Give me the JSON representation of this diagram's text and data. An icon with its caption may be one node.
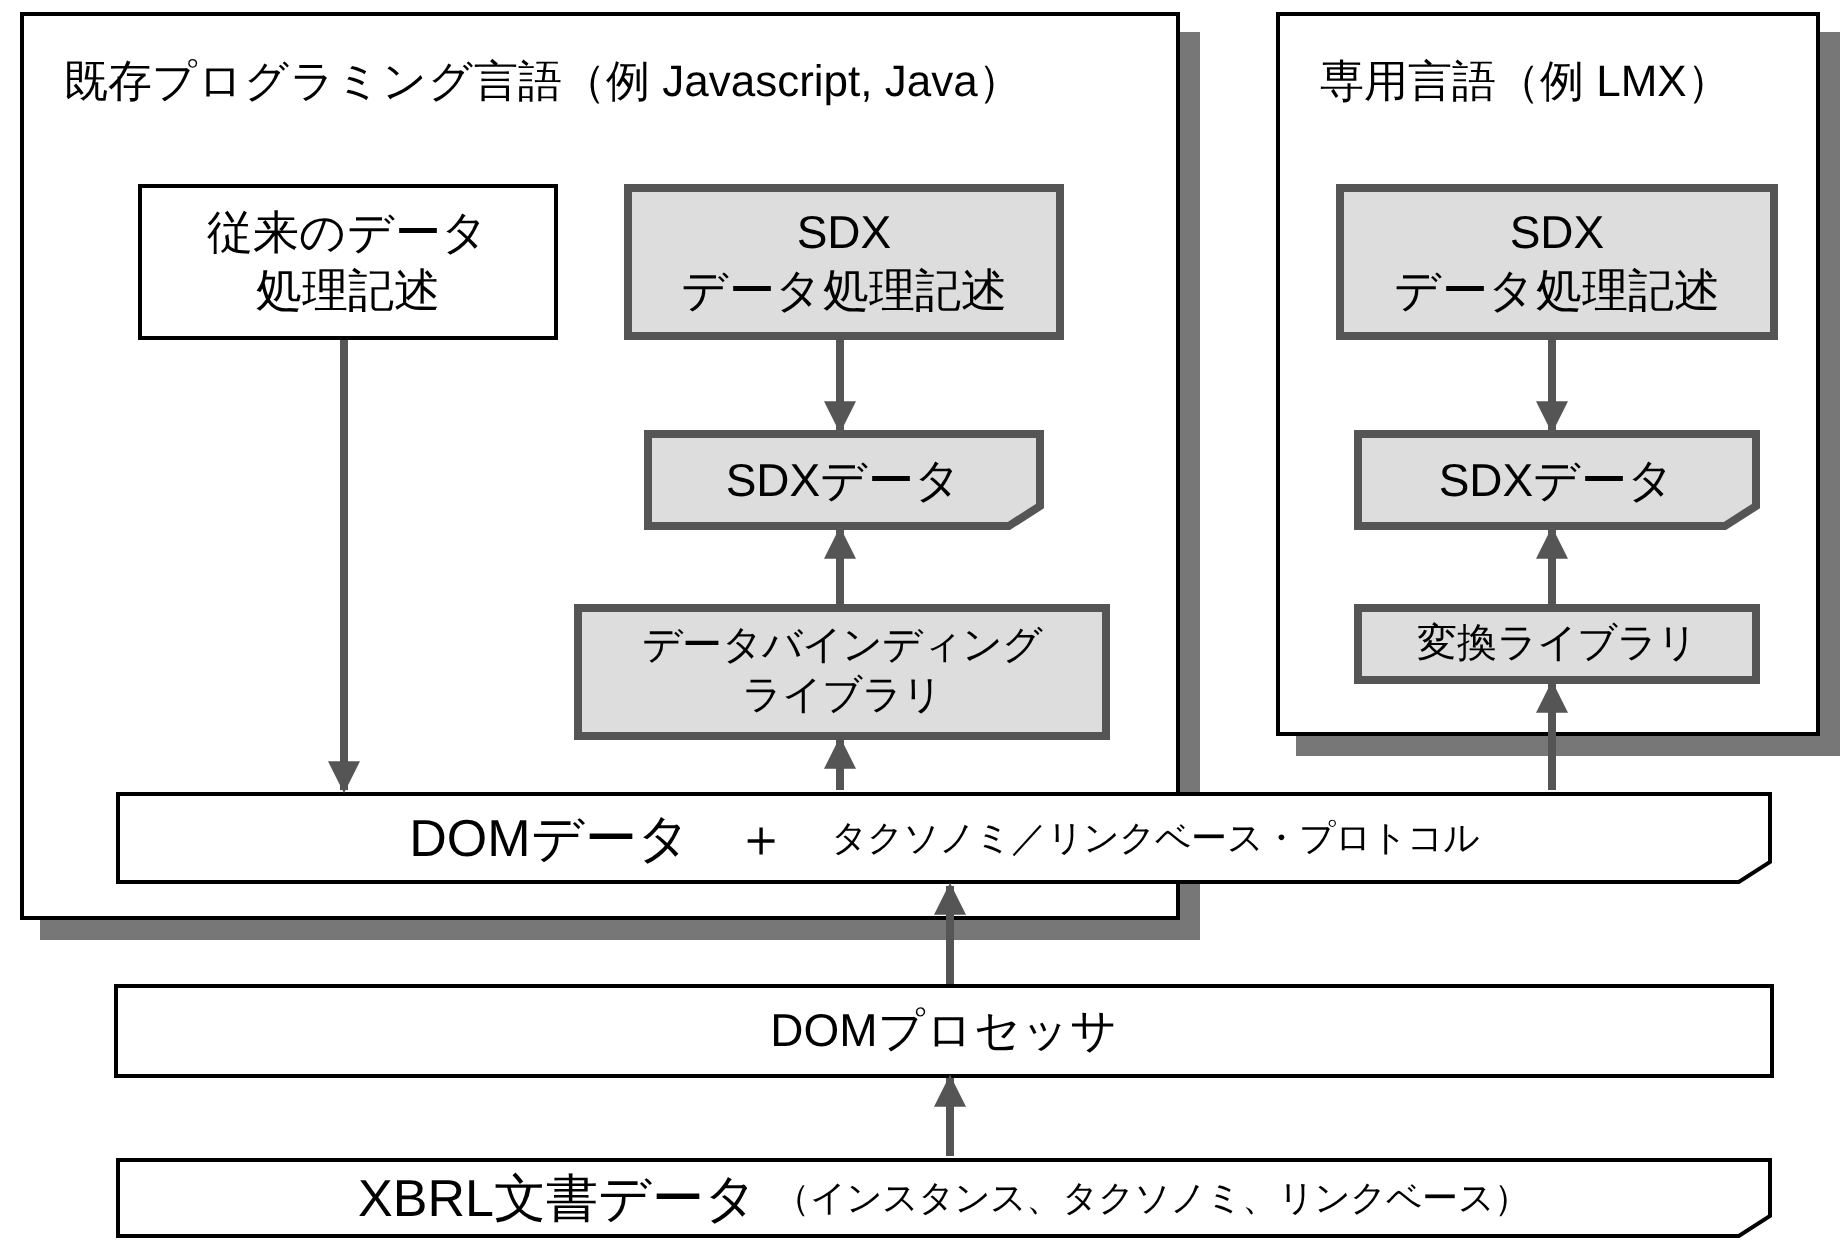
{
  "diagram": {
    "nodes": [
      {
        "text": [
          "既存プログラミング言語（例 Javascript, Java）"
        ]
      },
      {
        "text": [
          "従来のデータ処理記述"
        ],
        "in": 0
      },
      {
        "text": [
          "SDX データ処理記述"
        ],
        "in": 0
      },
      {
        "text": [
          "SDXデータ"
        ],
        "in": 0
      },
      {
        "text": [
          "データバインディングライブラリ"
        ],
        "in": 0
      },
      {
        "text": [
          "専用言語（例 LMX）"
        ]
      },
      {
        "text": [
          "SDX データ処理記述"
        ],
        "in": 5
      },
      {
        "text": [
          "SDXデータ"
        ],
        "in": 5
      },
      {
        "text": [
          "変換ライブラリ"
        ],
        "in": 5
      },
      {
        "text": [
          "DOMデータ",
          "＋",
          "タクソノミ／リンクベース・プロトコル"
        ]
      },
      {
        "text": [
          "DOMプロセッサ"
        ]
      },
      {
        "text": [
          "XBRL文書データ",
          "（インスタンス、タクソノミ、リンクベース）"
        ]
      }
    ],
    "edges": [
      {
        "from": 1,
        "to": 9,
        "arrow": "to"
      },
      {
        "from": 2,
        "to": 3,
        "arrow": "to"
      },
      {
        "from": 4,
        "to": 3,
        "arrow": "to"
      },
      {
        "from": 9,
        "to": 4,
        "arrow": "to"
      },
      {
        "from": 6,
        "to": 7,
        "arrow": "to"
      },
      {
        "from": 8,
        "to": 7,
        "arrow": "to"
      },
      {
        "from": 9,
        "to": 8,
        "arrow": "to"
      },
      {
        "from": 10,
        "to": 9,
        "arrow": "to"
      },
      {
        "from": 11,
        "to": 10,
        "arrow": "to"
      }
    ]
  }
}
